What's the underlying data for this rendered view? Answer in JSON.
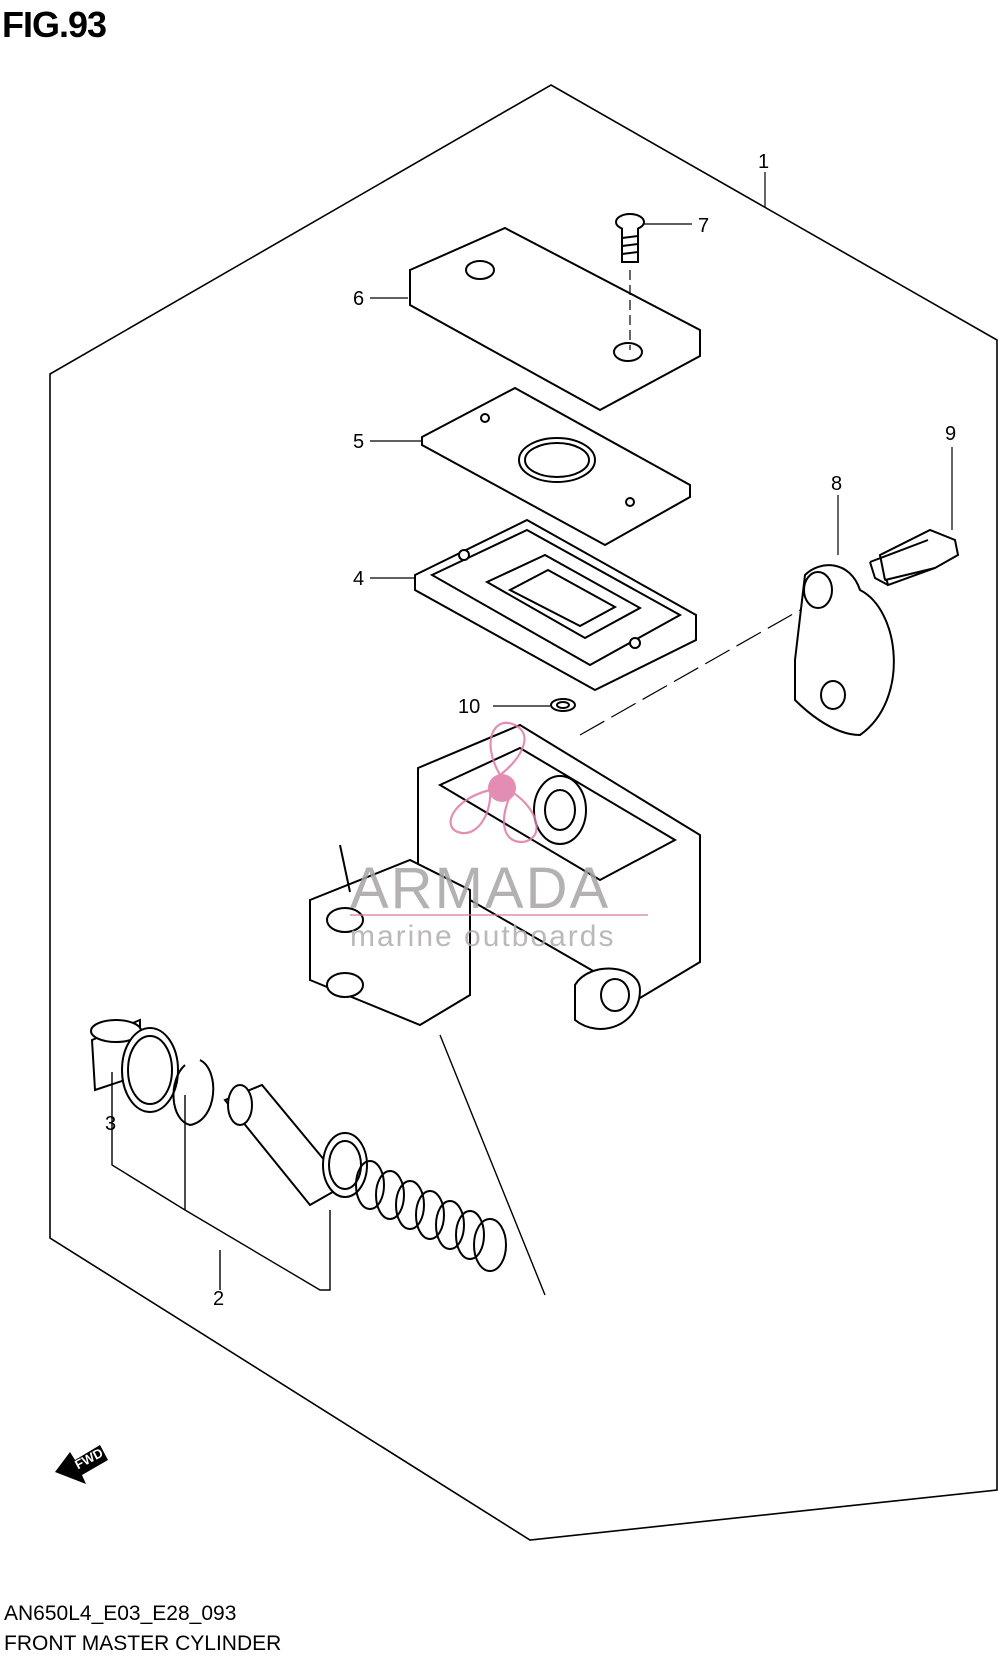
{
  "figure": {
    "title": "FIG.93",
    "code": "AN650L4_E03_E28_093",
    "name": "FRONT MASTER CYLINDER"
  },
  "callouts": [
    "1",
    "2",
    "3",
    "4",
    "5",
    "6",
    "7",
    "8",
    "9",
    "10"
  ],
  "watermark": {
    "brand": "ARMADA",
    "tagline": "marine outboards",
    "brand_color": "#e07aa8"
  },
  "fwd_arrow": {
    "label": "FWD"
  }
}
